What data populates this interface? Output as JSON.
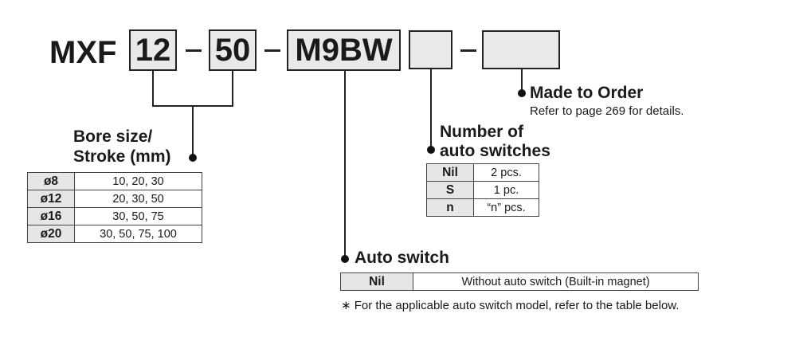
{
  "code": {
    "prefix": "MXF",
    "bore": "12",
    "separator1": "–",
    "stroke": "50",
    "separator2": "–",
    "switch": "M9BW",
    "switch_count": "",
    "separator3": "–",
    "made_to_order": ""
  },
  "bore_stroke": {
    "title_line1": "Bore size/",
    "title_line2": "Stroke (mm)",
    "rows": [
      {
        "bore": "ø8",
        "strokes": "10, 20, 30"
      },
      {
        "bore": "ø12",
        "strokes": "20, 30, 50"
      },
      {
        "bore": "ø16",
        "strokes": "30, 50, 75"
      },
      {
        "bore": "ø20",
        "strokes": "30, 50, 75, 100"
      }
    ]
  },
  "auto_switch": {
    "title": "Auto switch",
    "rows": [
      {
        "code": "Nil",
        "description": "Without auto switch (Built-in magnet)"
      }
    ],
    "footnote": "∗ For the applicable auto switch model, refer to the table below."
  },
  "switch_count": {
    "title_line1": "Number of",
    "title_line2": "auto switches",
    "rows": [
      {
        "code": "Nil",
        "value": "2 pcs."
      },
      {
        "code": "S",
        "value": "1 pc."
      },
      {
        "code": "n",
        "value": "“n” pcs."
      }
    ]
  },
  "made_to_order": {
    "title": "Made to Order",
    "note": "Refer to page 269 for details."
  }
}
